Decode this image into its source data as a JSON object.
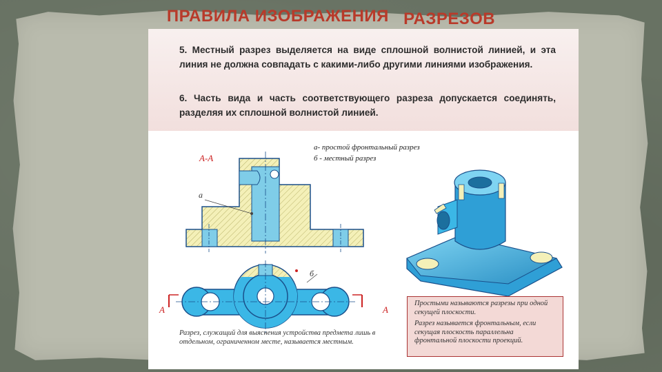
{
  "title": {
    "part1": "ПРАВИЛА  ИЗОБРАЖЕНИЯ",
    "part2": "РАЗРЕЗОВ"
  },
  "rules": [
    {
      "text": "5.  Местный разрез выделяется на виде сплошной волнистой линией, и эта линия не должна совпадать с какими-либо другими линиями изображения."
    },
    {
      "text": "6.      Часть вида и часть соответствующего разреза допускается соединять, разделяя их сплошной волнистой линией."
    }
  ],
  "drawing": {
    "section_label": "А-А",
    "note_a": "а- простой фронтальный разрез",
    "note_b": "б  - местный разрез",
    "callout_a": "а",
    "callout_b": "б",
    "cut_left": "А",
    "cut_right": "А",
    "local_definition": "Разрез, служащий для выяснения устройства предмета лишь в отдельном, ограниченном месте, называется местным.",
    "box_text_1": "Простыми называются разрезы при одной секущей плоскости.",
    "box_text_2": "Разрез называется фронтальным, если секущая плоскость параллельна фронтальной плоскости проекций."
  },
  "colors": {
    "title": "#b83a2a",
    "part_blue": "#3bb7e6",
    "hatch_yellow": "#f4f0b8",
    "cut_red": "#cc2222"
  }
}
